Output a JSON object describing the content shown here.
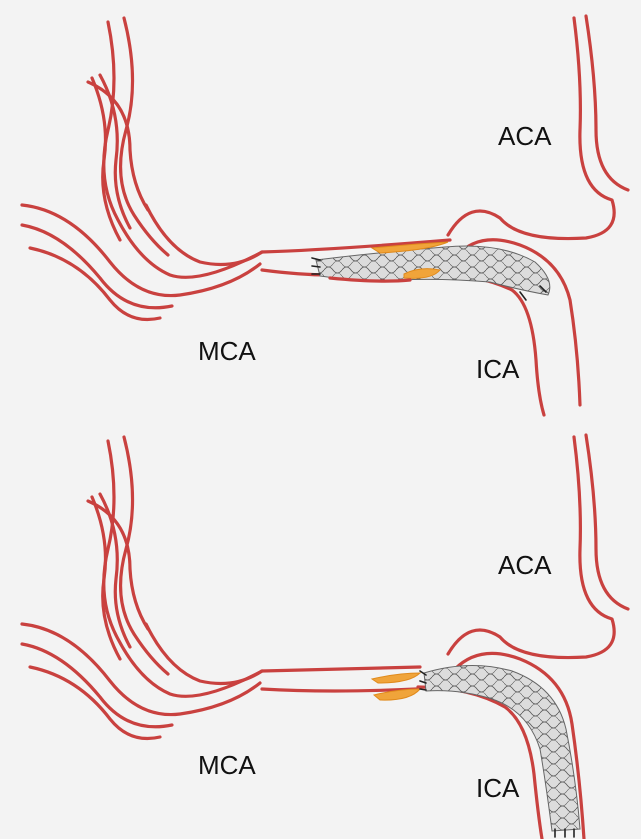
{
  "panels": [
    {
      "id": "top",
      "labels": {
        "aca": "ACA",
        "mca": "MCA",
        "ica": "ICA"
      }
    },
    {
      "id": "bottom",
      "labels": {
        "aca": "ACA",
        "mca": "MCA",
        "ica": "ICA"
      }
    }
  ],
  "colors": {
    "vessel_wall": "#c9413f",
    "plaque": "#f0a43a",
    "stent": "#555555",
    "background": "#f3f3f3"
  }
}
